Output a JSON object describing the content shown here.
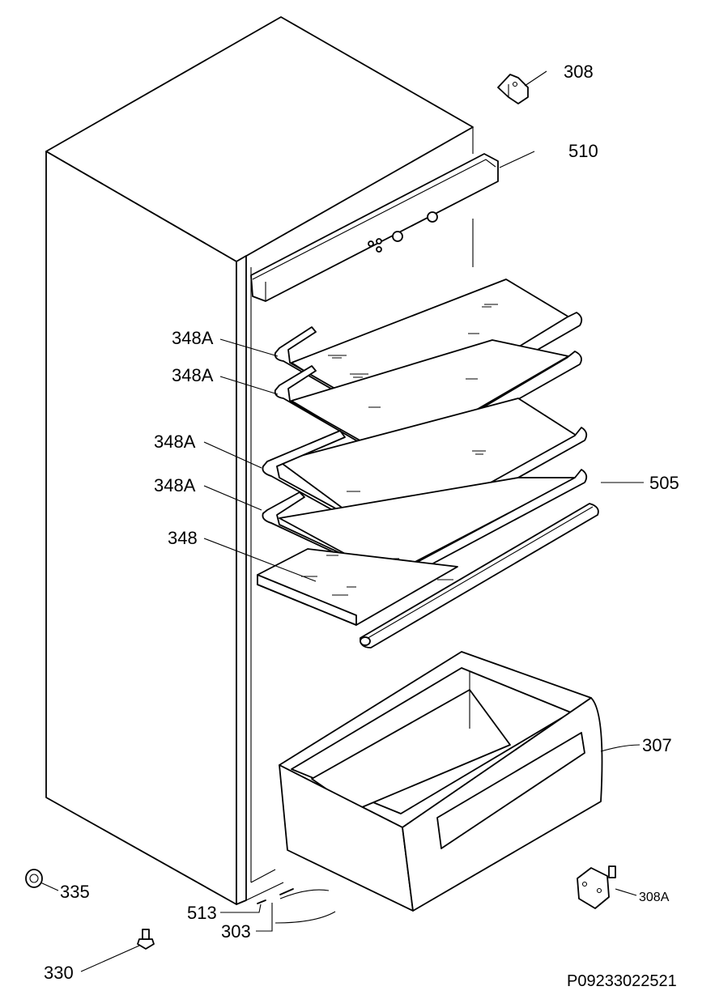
{
  "diagram": {
    "code": "P09233022521",
    "parts": [
      {
        "id": "p308",
        "text": "308"
      },
      {
        "id": "p510",
        "text": "510"
      },
      {
        "id": "p348a1",
        "text": "348A"
      },
      {
        "id": "p348a2",
        "text": "348A"
      },
      {
        "id": "p348a3",
        "text": "348A"
      },
      {
        "id": "p348a4",
        "text": "348A"
      },
      {
        "id": "p348",
        "text": "348"
      },
      {
        "id": "p505",
        "text": "505"
      },
      {
        "id": "p307",
        "text": "307"
      },
      {
        "id": "p335",
        "text": "335"
      },
      {
        "id": "p308a",
        "text": "308A"
      },
      {
        "id": "p513",
        "text": "513"
      },
      {
        "id": "p303",
        "text": "303"
      },
      {
        "id": "p330",
        "text": "330"
      }
    ]
  }
}
